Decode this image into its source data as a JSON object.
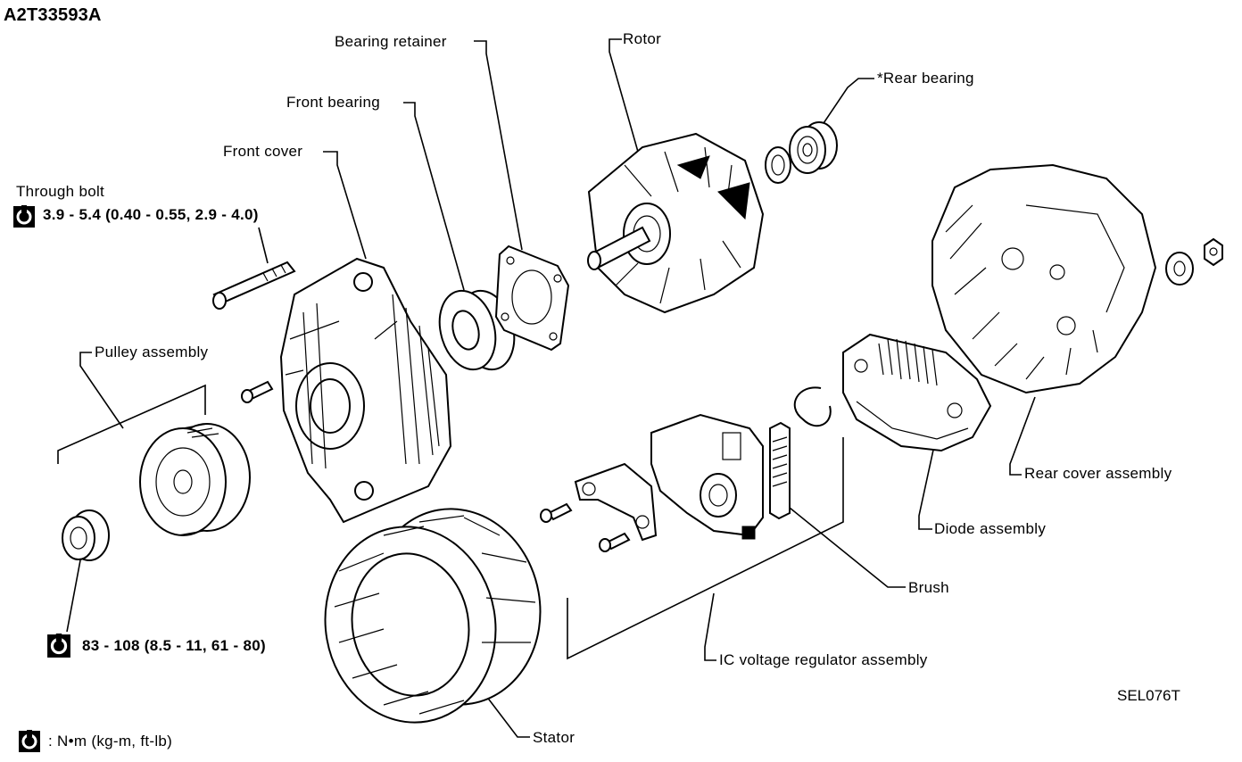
{
  "header": {
    "code": "A2T33593A"
  },
  "labels": {
    "bearing_retainer": "Bearing retainer",
    "rotor": "Rotor",
    "rear_bearing": "*Rear bearing",
    "front_bearing": "Front bearing",
    "front_cover": "Front cover",
    "through_bolt": "Through bolt",
    "through_bolt_torque": "3.9 - 5.4 (0.40 - 0.55, 2.9 - 4.0)",
    "pulley_assembly": "Pulley assembly",
    "pulley_torque": "83 - 108 (8.5 - 11, 61 - 80)",
    "rear_cover_assembly": "Rear cover assembly",
    "diode_assembly": "Diode assembly",
    "brush": "Brush",
    "ic_voltage_regulator": "IC voltage regulator assembly",
    "stator": "Stator"
  },
  "footer": {
    "reference": "SEL076T",
    "legend_text": ": N•m (kg-m, ft-lb)"
  },
  "icons": {
    "torque": "torque-wrench-icon"
  }
}
